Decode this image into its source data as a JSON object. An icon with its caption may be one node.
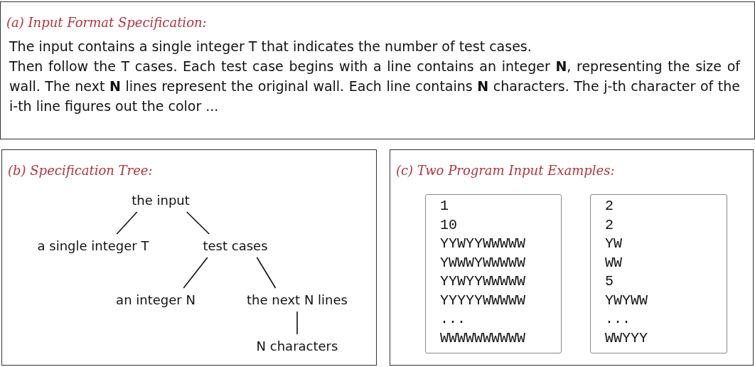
{
  "diagram": {
    "nodes": [
      {
        "text": [
          "(a) Input Format Specification:",
          "The input contains a single integer T that indicates the number of test cases.",
          "Then follow the T cases. Each test case begins with a line contains an integer **N**, representing the size of wall. The next **N** lines represent the original wall. Each line contains **N** characters. The j-th character of the i-th line figures out the color ..."
        ]
      },
      {
        "text": [
          "(b) Specification Tree:"
        ]
      },
      {
        "text": [
          "the input"
        ],
        "in": 1
      },
      {
        "text": [
          "a single integer T"
        ],
        "in": 1
      },
      {
        "text": [
          "test cases"
        ],
        "in": 1
      },
      {
        "text": [
          "an integer N"
        ],
        "in": 1
      },
      {
        "text": [
          "the next N lines"
        ],
        "in": 1
      },
      {
        "text": [
          "N characters"
        ],
        "in": 1
      },
      {
        "text": [
          "(c) Two Program Input Examples:"
        ]
      },
      {
        "text": [
          "1",
          "10",
          "YYWYYWWWWW",
          "YWWWYWWWWW",
          "YYWYYWWWWW",
          "YYYYYWWWWW",
          "...",
          "WWWWWWWWWW"
        ],
        "in": 8
      },
      {
        "text": [
          "2",
          "2",
          "YW",
          "WW",
          "5",
          "YWYWW",
          "...",
          "WWYYY"
        ],
        "in": 8
      }
    ],
    "edges": [
      {
        "from": 2,
        "to": 3,
        "arrow": "none"
      },
      {
        "from": 2,
        "to": 4,
        "arrow": "none"
      },
      {
        "from": 4,
        "to": 5,
        "arrow": "none"
      },
      {
        "from": 4,
        "to": 6,
        "arrow": "none"
      },
      {
        "from": 6,
        "to": 7,
        "arrow": "none"
      }
    ]
  }
}
